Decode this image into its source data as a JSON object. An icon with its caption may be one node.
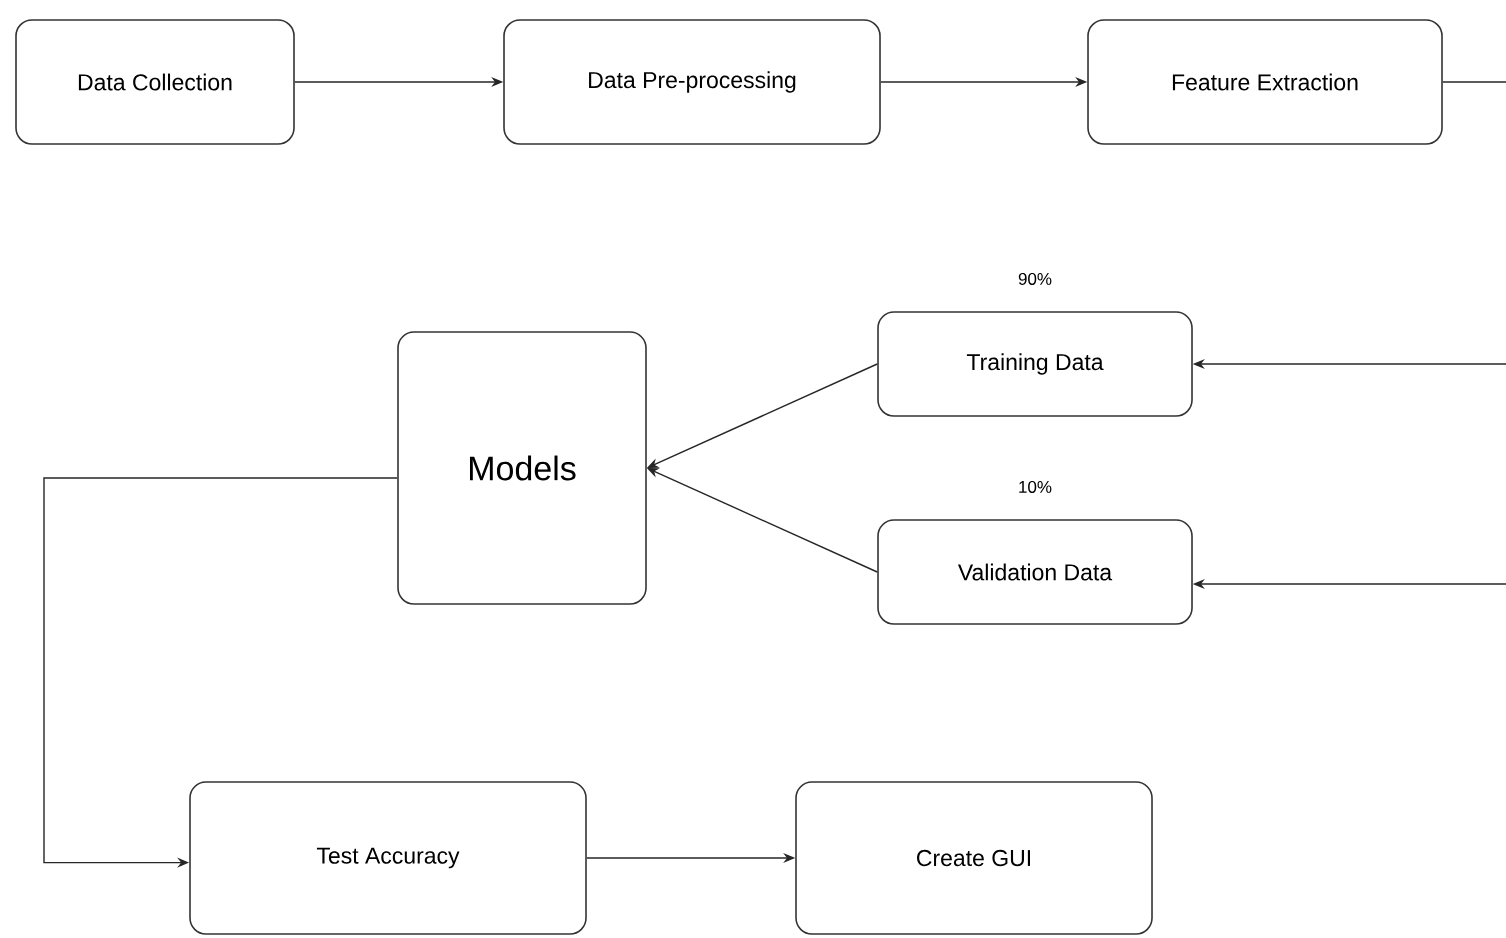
{
  "diagram": {
    "nodes": [
      {
        "text": [
          "Data Collection"
        ]
      },
      {
        "text": [
          "Data Pre-processing"
        ]
      },
      {
        "text": [
          "Feature Extraction"
        ]
      },
      {
        "text": [
          "Models"
        ]
      },
      {
        "text": [
          "Training Data"
        ],
        "beside": [
          "90%"
        ]
      },
      {
        "text": [
          "Validation Data"
        ],
        "beside": [
          "10%"
        ]
      },
      {
        "text": [
          "Test Accuracy"
        ]
      },
      {
        "text": [
          "Create GUI"
        ]
      }
    ],
    "edges": [
      {
        "from": 0,
        "to": 1,
        "arrow": "to"
      },
      {
        "from": 1,
        "to": 2,
        "arrow": "to"
      },
      {
        "from": 2,
        "to": null,
        "arrow": "none"
      },
      {
        "from": null,
        "to": 4,
        "arrow": "to"
      },
      {
        "from": null,
        "to": 5,
        "arrow": "to"
      },
      {
        "from": 4,
        "to": 3,
        "arrow": "to"
      },
      {
        "from": 5,
        "to": 3,
        "arrow": "to"
      },
      {
        "from": 3,
        "to": 6,
        "arrow": "to"
      },
      {
        "from": 6,
        "to": 7,
        "arrow": "to"
      }
    ]
  }
}
